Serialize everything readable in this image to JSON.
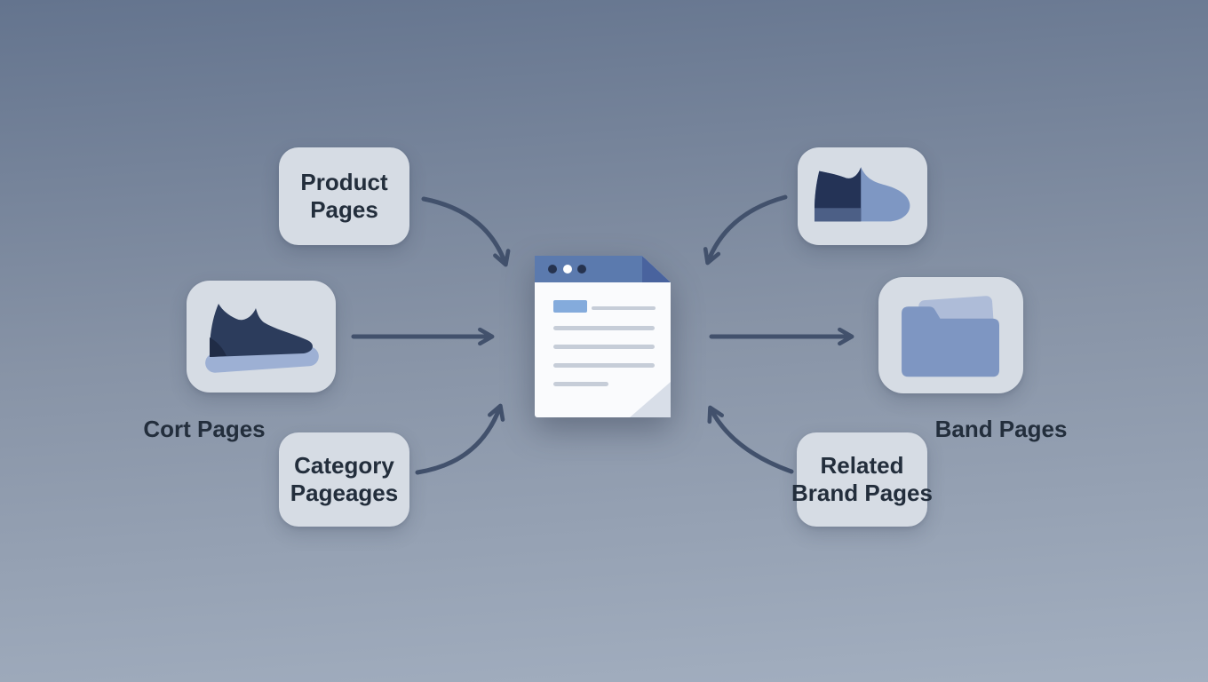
{
  "nodes": {
    "product": {
      "label": "Product Pages",
      "lines": [
        "Product",
        "Pages"
      ]
    },
    "cart": {
      "label": "Cort Pages",
      "icon": "sneaker-icon"
    },
    "category": {
      "label": "Category Pageages",
      "lines": [
        "Category",
        "Pageages"
      ]
    },
    "brand_shoe": {
      "icon": "sneaker-icon"
    },
    "band": {
      "label": "Band Pages",
      "icon": "folder-icon"
    },
    "related": {
      "label": "Related Brand Pages",
      "lines": [
        "Related",
        "Brand Pages"
      ]
    }
  },
  "center": {
    "icon": "webpage-icon"
  },
  "colors": {
    "bg_top": "#64748e",
    "bg_mid": "#8793a6",
    "bg_bottom": "#a3afc0",
    "card_bg": "#d6dce4",
    "text": "#232e3c",
    "arrow": "#42516c",
    "doc_header": "#5b7aae",
    "doc_fold": "#49639e",
    "doc_dot": "#26334f",
    "doc_body": "#fafbfd",
    "doc_tag": "#84abdc",
    "doc_line": "#c6cdd8",
    "doc_curl": "#d8dee8",
    "shoe_dark": "#2c3c5c",
    "shoe_heel": "#202c46",
    "shoe_sole": "#9db0d4",
    "shoe2_light": "#7e97c3",
    "shoe2_dark": "#243356",
    "shoe2_strip": "#4c5f86",
    "folder_front": "#7e96c2",
    "folder_back": "#aebcd8"
  }
}
